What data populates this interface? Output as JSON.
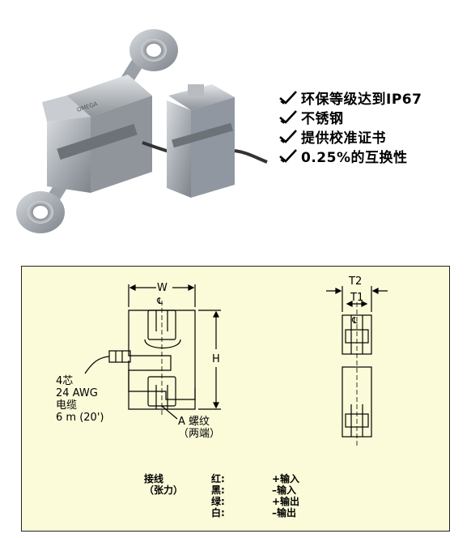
{
  "features": [
    {
      "text": "环保等级达到IP67"
    },
    {
      "text": "不锈钢"
    },
    {
      "text": "提供校准证书"
    },
    {
      "text": "0.25%的互换性"
    }
  ],
  "product_photo": {
    "brand_text": "OMEGA"
  },
  "drawing": {
    "dim_w": "W",
    "dim_h": "H",
    "dim_t1": "T1",
    "dim_t2": "T2",
    "centerline_symbol": "℄",
    "cable_label": [
      "4芯",
      "24 AWG",
      "电缆",
      "6 m (20')"
    ],
    "thread_label": [
      "A 螺纹",
      "（两端）"
    ]
  },
  "wiring": {
    "title": [
      "接线",
      "（张力）"
    ],
    "colors": [
      "红:",
      "黑:",
      "绿:",
      "白:"
    ],
    "signals": [
      "+输入",
      "–输入",
      "+输出",
      "–输出"
    ]
  },
  "colors": {
    "panel_bg": "#fbfbd9",
    "metal": "#a9adb3",
    "line": "#000000"
  }
}
